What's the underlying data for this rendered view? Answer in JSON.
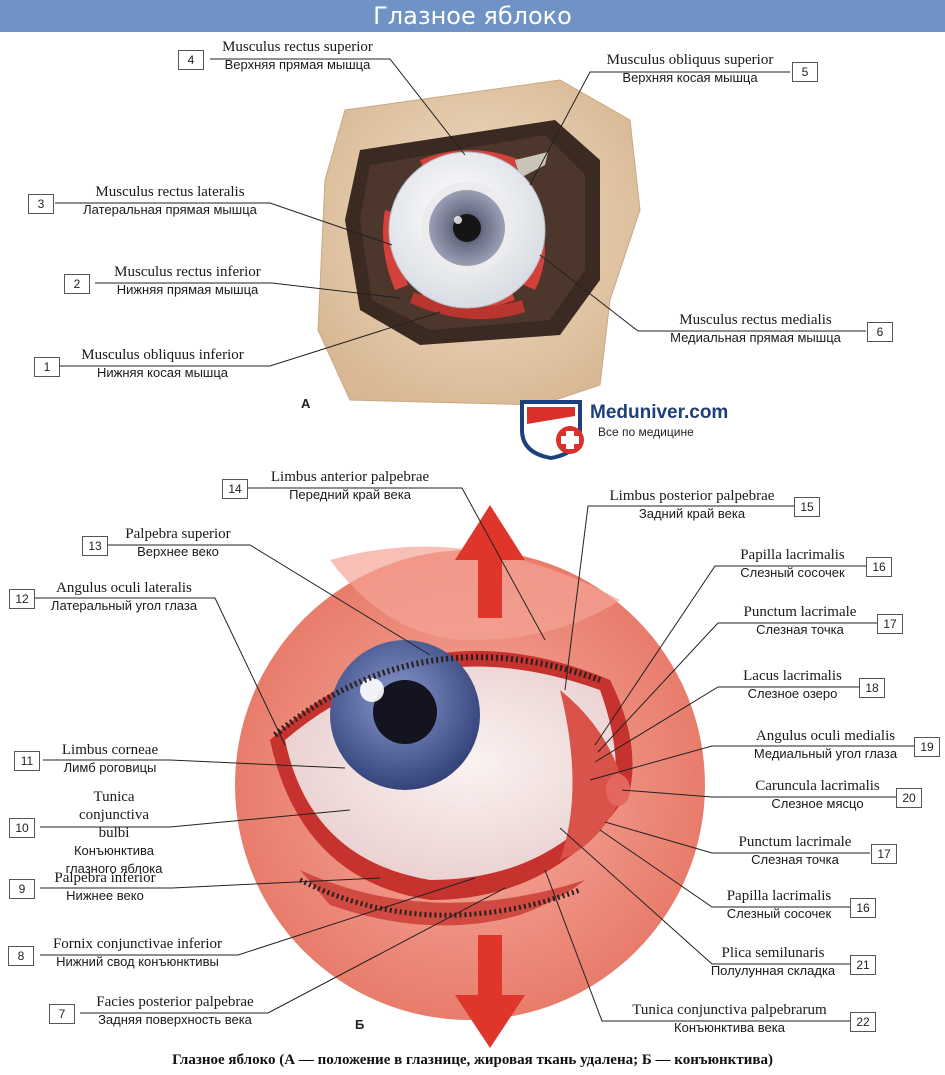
{
  "header": {
    "title": "Глазное яблоко"
  },
  "panel_a": {
    "letter": "А",
    "labels": [
      {
        "num": "4",
        "latin": "Musculus rectus superior",
        "russian": "Верхняя прямая мышца"
      },
      {
        "num": "5",
        "latin": "Musculus obliquus superior",
        "russian": "Верхняя косая мышца"
      },
      {
        "num": "3",
        "latin": "Musculus rectus lateralis",
        "russian": "Латеральная прямая мышца"
      },
      {
        "num": "2",
        "latin": "Musculus rectus inferior",
        "russian": "Нижняя прямая мышца"
      },
      {
        "num": "6",
        "latin": "Musculus rectus medialis",
        "russian": "Медиальная прямая мышца"
      },
      {
        "num": "1",
        "latin": "Musculus obliquus inferior",
        "russian": "Нижняя косая мышца"
      }
    ]
  },
  "brand": {
    "name": "Meduniver.com",
    "tagline": "Все по медицине"
  },
  "panel_b": {
    "letter": "Б",
    "labels": [
      {
        "num": "14",
        "latin": "Limbus anterior palpebrae",
        "russian": "Передний край века"
      },
      {
        "num": "15",
        "latin": "Limbus posterior palpebrae",
        "russian": "Задний край века"
      },
      {
        "num": "13",
        "latin": "Palpebra superior",
        "russian": "Верхнее веко"
      },
      {
        "num": "16",
        "latin": "Papilla lacrimalis",
        "russian": "Слезный сосочек"
      },
      {
        "num": "12",
        "latin": "Angulus oculi lateralis",
        "russian": "Латеральный угол глаза"
      },
      {
        "num": "17",
        "latin": "Punctum lacrimale",
        "russian": "Слезная точка"
      },
      {
        "num": "18",
        "latin": "Lacus lacrimalis",
        "russian": "Слезное озеро"
      },
      {
        "num": "19",
        "latin": "Angulus oculi medialis",
        "russian": "Медиальный угол глаза"
      },
      {
        "num": "11",
        "latin": "Limbus corneae",
        "russian": "Лимб роговицы"
      },
      {
        "num": "20",
        "latin": "Caruncula lacrimalis",
        "russian": "Слезное мясцо"
      },
      {
        "num": "10",
        "latin": "Tunica conjunctiva bulbi",
        "russian": "Конъюнктива глазного яблока"
      },
      {
        "num": "17",
        "latin": "Punctum lacrimale",
        "russian": "Слезная точка"
      },
      {
        "num": "9",
        "latin": "Palpebra inferior",
        "russian": "Нижнее веко"
      },
      {
        "num": "16",
        "latin": "Papilla lacrimalis",
        "russian": "Слезный сосочек"
      },
      {
        "num": "8",
        "latin": "Fornix conjunctivae inferior",
        "russian": "Нижний свод конъюнктивы"
      },
      {
        "num": "21",
        "latin": "Plica semilunaris",
        "russian": "Полулунная складка"
      },
      {
        "num": "7",
        "latin": "Facies posterior palpebrae",
        "russian": "Задняя поверхность века"
      },
      {
        "num": "22",
        "latin": "Tunica conjunctiva palpebrarum",
        "russian": "Конъюнктива века"
      }
    ]
  },
  "caption": "Глазное яблоко (А — положение в глазнице, жировая ткань удалена; Б — конъюнктива)",
  "colors": {
    "header": "#6f93c5",
    "bone": "#e9d3b8",
    "muscle": "#d3413a",
    "skin": "#ef8f80",
    "iris": "#4d5e93",
    "arrow": "#e0352b",
    "brand_blue": "#1f3f7a"
  }
}
